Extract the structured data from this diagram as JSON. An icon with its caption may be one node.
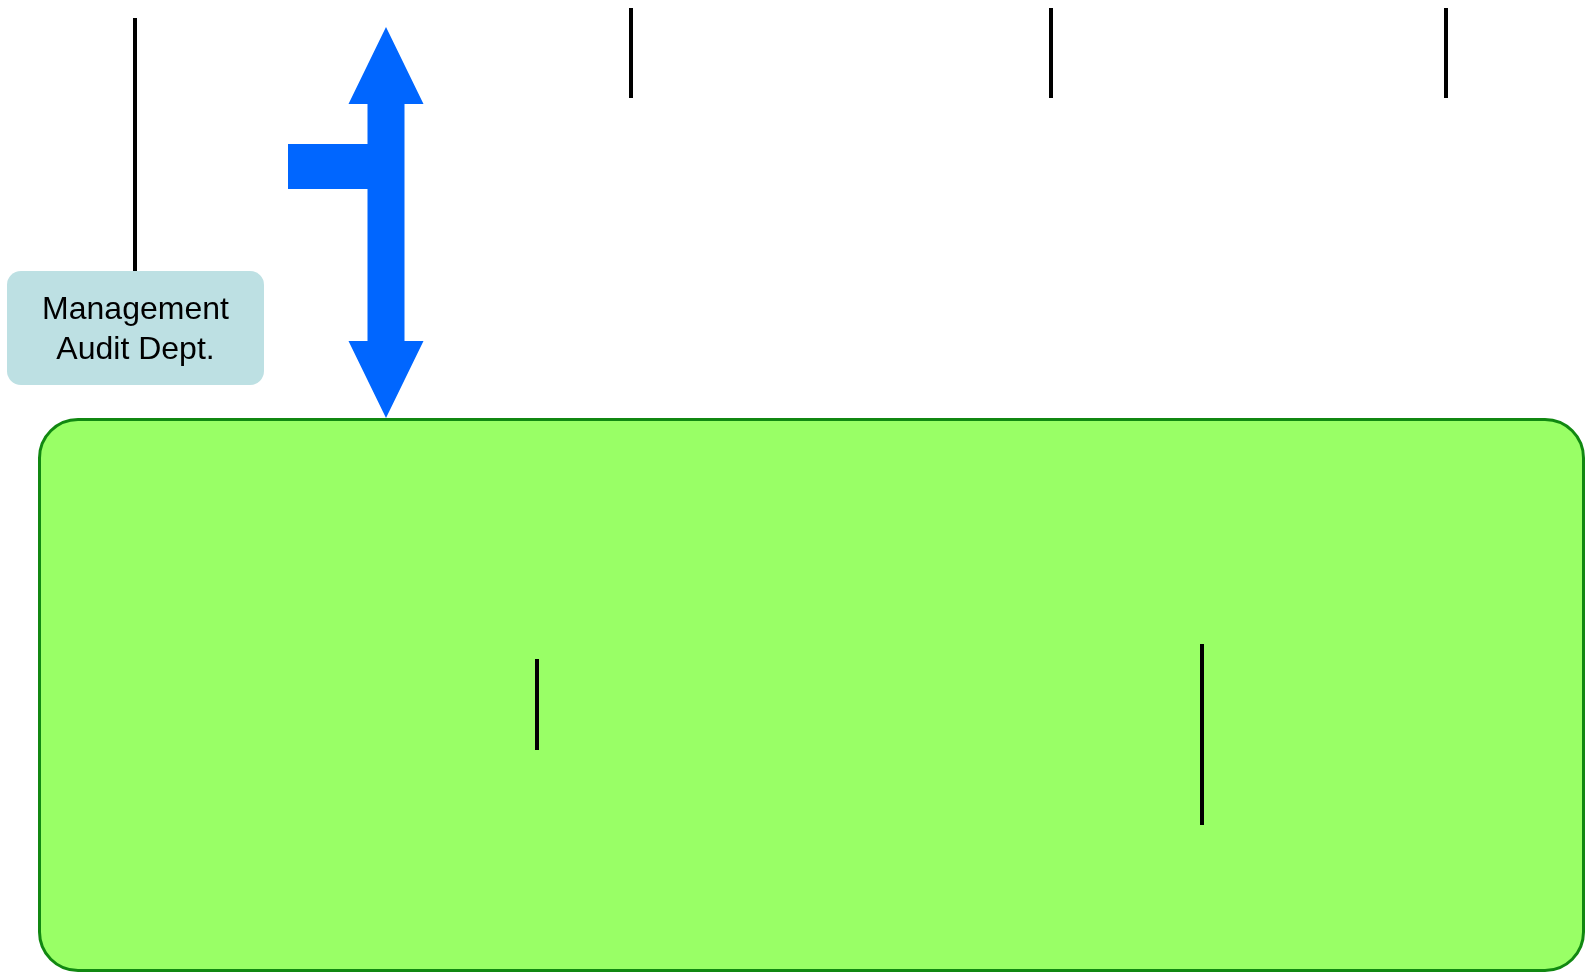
{
  "diagram": {
    "nodes": [
      {
        "text": [
          "Management Audit Dept."
        ]
      },
      {
        "text": [],
        "shape": "box"
      }
    ],
    "edges": [
      {
        "from": null,
        "to": 0,
        "arrow": "none"
      },
      {
        "from": null,
        "to": 1,
        "arrow": "both",
        "style": "thick",
        "color": "#0066ff"
      }
    ]
  }
}
